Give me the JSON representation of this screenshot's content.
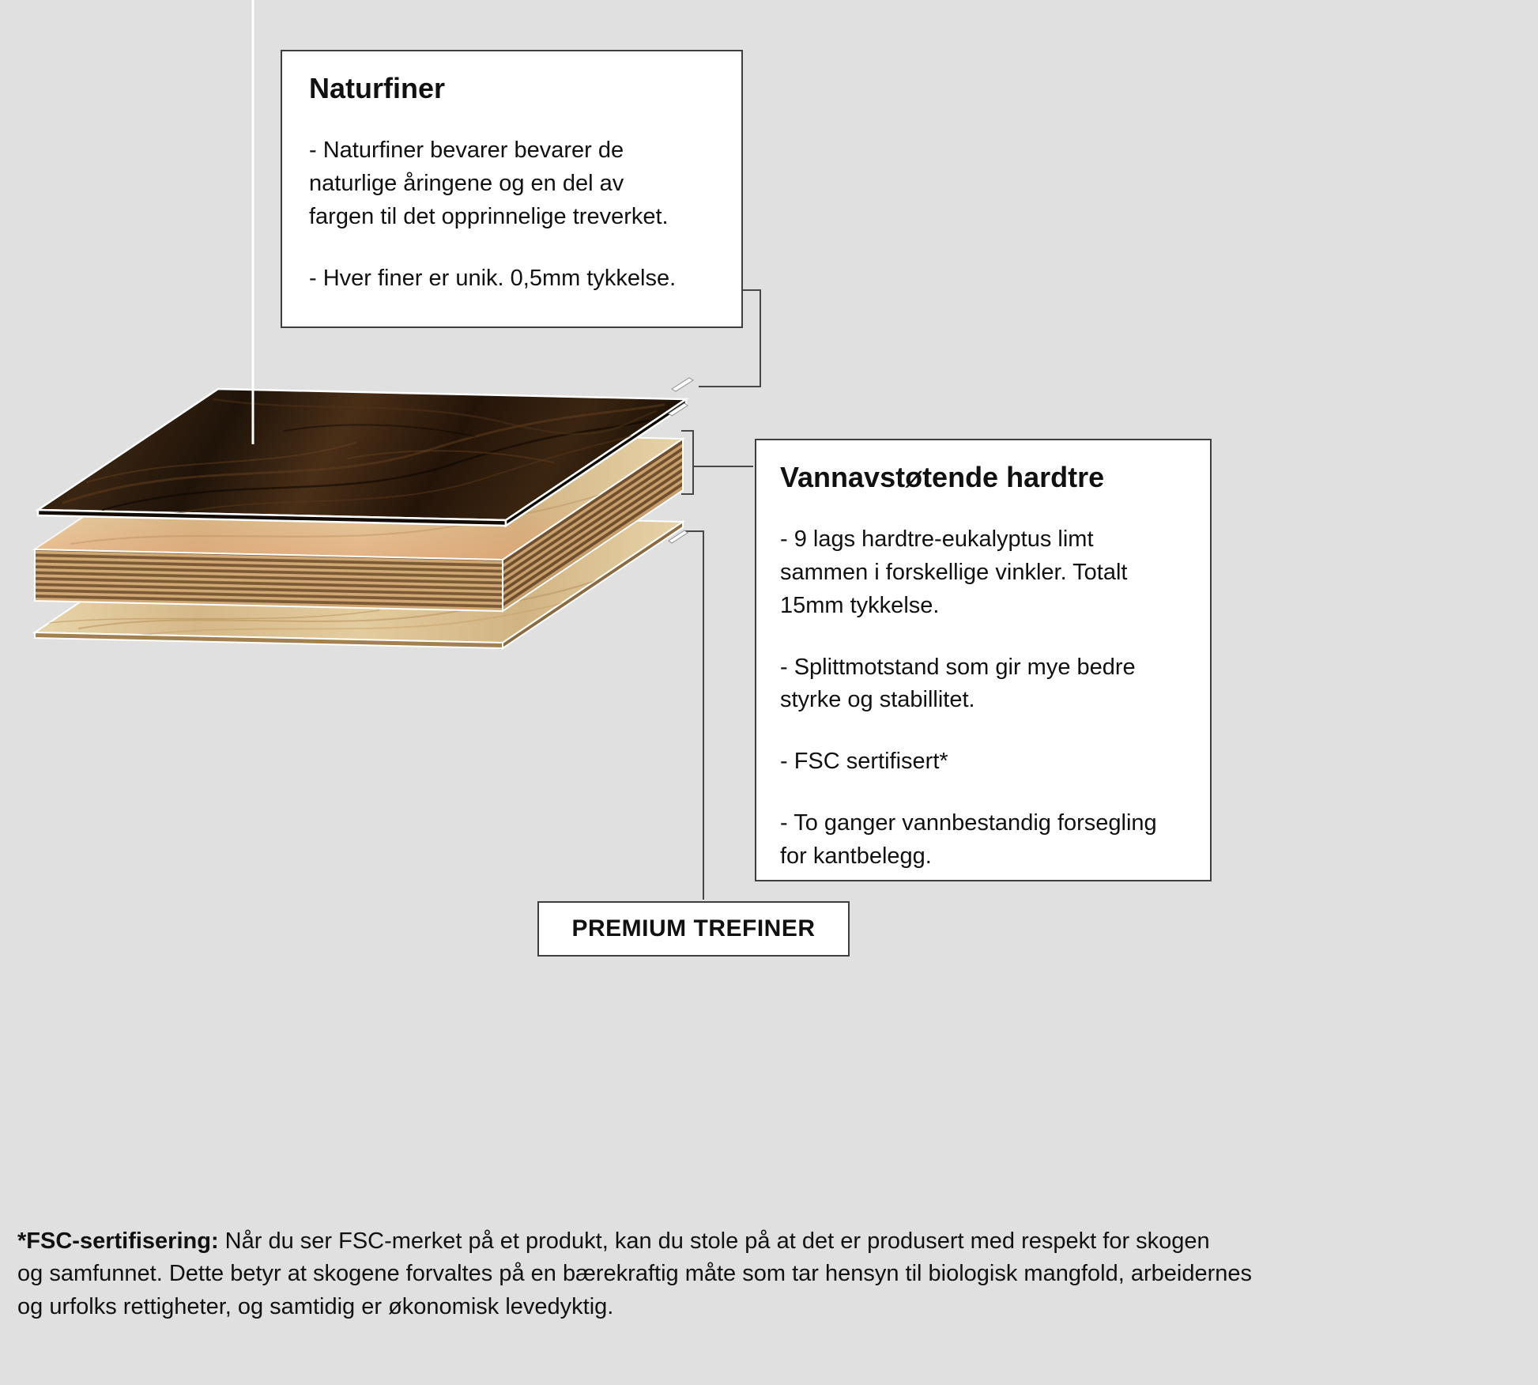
{
  "colors": {
    "background": "#e1e0e0",
    "box_border": "#3e3e3e",
    "text": "#111111",
    "connector": "#474747",
    "drop_line": "#ffffff",
    "dark_veneer": "#2e1b0c",
    "tan_wood": "#dcc094",
    "stripe_light": "#cfa875",
    "stripe_dark": "#7d5a36"
  },
  "diagram": {
    "layers": [
      "naturfiner-top-veneer",
      "hardwood-core-stack",
      "bottom-veneer"
    ]
  },
  "naturfiner_box": {
    "title": "Naturfiner",
    "paragraphs": [
      "- Naturfiner bevarer bevarer de\nnaturlige åringene og en del av\nfargen til det opprinnelige treverket.",
      "- Hver finer er unik. 0,5mm tykkelse."
    ]
  },
  "hardtre_box": {
    "title": "Vannavstøtende hardtre",
    "paragraphs": [
      "- 9 lags hardtre-eukalyptus limt\nsammen i forskellige vinkler. Totalt\n15mm tykkelse.",
      "- Splittmotstand som gir mye bedre\nstyrke og stabillitet.",
      "- FSC sertifisert*",
      "- To ganger vannbestandig forsegling\nfor kantbelegg."
    ]
  },
  "premium_label": {
    "text": "PREMIUM TREFINER"
  },
  "footnote": {
    "bold_lead": "*FSC-sertifisering:",
    "rest": " Når du ser FSC-merket på et produkt, kan du stole på at det er produsert med respekt for skogen\nog samfunnet. Dette betyr at skogene forvaltes på en bærekraftig måte som tar hensyn til biologisk mangfold, arbeidernes\nog urfolks rettigheter, og samtidig er økonomisk levedyktig."
  }
}
